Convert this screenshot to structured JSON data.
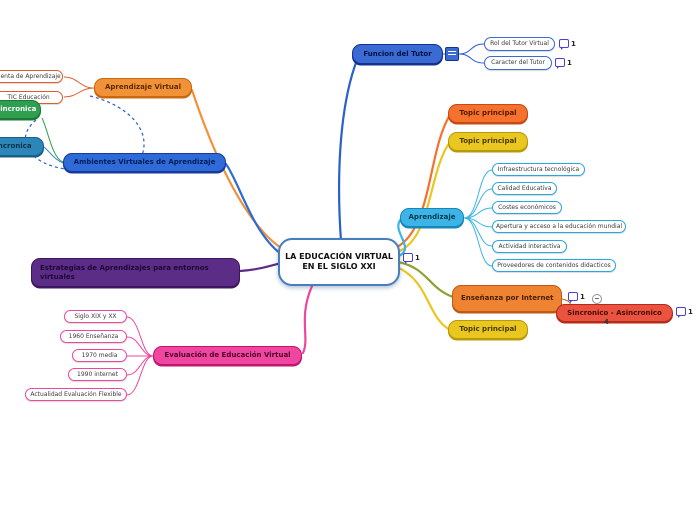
{
  "palette": {
    "branch_blue": "#2a5fd0",
    "orange_red": "#f4712e",
    "yellow": "#eac620",
    "cyan": "#3cb4e5",
    "olive": "#8fa030",
    "orange": "#f19238",
    "deep_orange": "#ee8432",
    "coral": "#ea5340",
    "green": "#2f9e4f",
    "teal": "#2c86b8",
    "blue": "#2e6bd6",
    "purple": "#5c2d87",
    "pink": "#ef47a0"
  },
  "icons": {
    "comment": "speech-bubble",
    "notes": "note-lines",
    "collapse": "minus-circle"
  },
  "nodes": {
    "central": {
      "label": "LA EDUCACIÓN VIRTUAL EN EL SIGLO XXI",
      "comments": "1"
    },
    "funcion_tutor": {
      "label": "Funcion del Tutor"
    },
    "rol_tutor": {
      "label": "Rol del Tutor Virtual",
      "comments": "1"
    },
    "caracter_tutor": {
      "label": "Caracter del Tutor",
      "comments": "1"
    },
    "topic_principal_1": {
      "label": "Topic principal"
    },
    "topic_principal_2": {
      "label": "Topic principal"
    },
    "aprendizaje": {
      "label": "Aprendizaje"
    },
    "infraestructura": {
      "label": "Infraestructura tecnológica"
    },
    "calidad": {
      "label": "Calidad Educativa"
    },
    "costes": {
      "label": "Costes económicos"
    },
    "apertura": {
      "label": "Apertura y acceso a la educación mundial"
    },
    "actividad": {
      "label": "Actividad interactiva"
    },
    "proveedores": {
      "label": "Proveedores de contenidos didacticos"
    },
    "ensenanza": {
      "label": "Enseñanza por Internet",
      "comments": "1"
    },
    "sincronico_asincronico": {
      "label": "Sincronico - Asincronico",
      "comments": "1",
      "hidden_count": "4"
    },
    "topic_principal_3": {
      "label": "Topic principal"
    },
    "aprendizaje_virtual": {
      "label": "Aprendizaje Virtual"
    },
    "herramienta": {
      "label": "Herramienta de Aprendizaje"
    },
    "tic": {
      "label": "TIC Educación"
    },
    "asincronica": {
      "label": "Asincronica"
    },
    "sincronica": {
      "label": "Sincronica"
    },
    "ambientes": {
      "label": "Ambientes Virtuales de Aprendizaje"
    },
    "estrategias": {
      "label": "Estrategias de Aprendizajes para entornos virtuales"
    },
    "evaluacion": {
      "label": "Evaluación  de Educación Virtual"
    },
    "siglo": {
      "label": "Siglo XIX y XX"
    },
    "ens1960": {
      "label": "1960 Enseñanza"
    },
    "media1970": {
      "label": "1970 media"
    },
    "internet1990": {
      "label": "1990 internet"
    },
    "actualidad": {
      "label": "Actualidad Evaluación  Flexible"
    }
  }
}
